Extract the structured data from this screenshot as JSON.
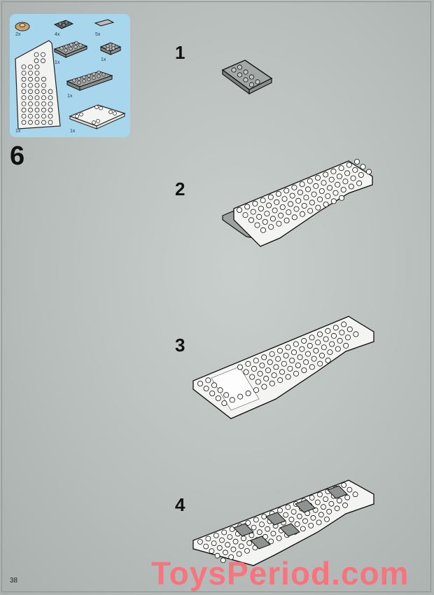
{
  "page_number": "38",
  "sub_build_number": "6",
  "parts_list": {
    "items": [
      {
        "qty": "2x",
        "icon": "tan-round-plate-icon"
      },
      {
        "qty": "4x",
        "icon": "dark-grey-tile-icon"
      },
      {
        "qty": "5x",
        "icon": "light-grey-tile-icon"
      },
      {
        "qty": "1x",
        "icon": "grey-plate-2x4-icon"
      },
      {
        "qty": "1x",
        "icon": "grey-plate-2x2-icon"
      },
      {
        "qty": "1x",
        "icon": "grey-plate-2x6-icon"
      },
      {
        "qty": "1x",
        "icon": "white-wedge-plate-icon"
      },
      {
        "qty": "1x",
        "icon": "white-plate-4x6-icon"
      }
    ]
  },
  "steps": [
    {
      "number": "1"
    },
    {
      "number": "2"
    },
    {
      "number": "3"
    },
    {
      "number": "4"
    }
  ],
  "watermark": "ToysPeriod.com",
  "colors": {
    "parts_box": "#a8d6ec",
    "white_brick": "#f4f4f2",
    "grey_brick": "#a3a8a6",
    "dark_grey_brick": "#6c706f",
    "watermark": "#ff6e79"
  }
}
